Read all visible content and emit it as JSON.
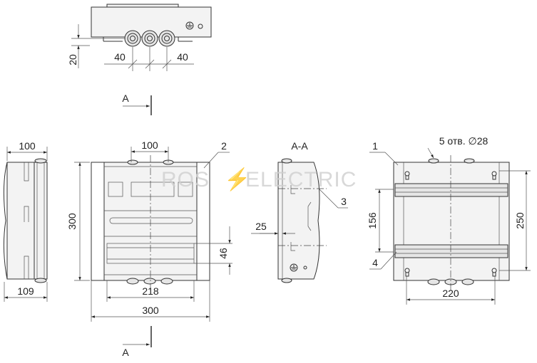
{
  "watermark": {
    "left": "ROS",
    "bolt": "⚡",
    "right": "ELECTRIC"
  },
  "top_view": {
    "dim_left_40": "40",
    "dim_right_40": "40",
    "dim_20": "20"
  },
  "section_marks": {
    "top": "А",
    "bottom": "А"
  },
  "left_view": {
    "dim_width_top": "100",
    "dim_width_bottom": "109"
  },
  "front_view": {
    "dim_top": "100",
    "dim_height": "300",
    "dim_rail": "46",
    "dim_218": "218",
    "dim_300": "300",
    "callout_2": "2"
  },
  "section_view": {
    "title": "А-А",
    "dim_25": "25",
    "callout_3": "3"
  },
  "rear_view": {
    "holes_label": "5 отв. ∅28",
    "callout_1": "1",
    "callout_4": "4",
    "dim_156": "156",
    "dim_250": "250",
    "dim_220": "220"
  },
  "colors": {
    "line": "#333333",
    "fill_light": "#f3f3f3",
    "fill_gray": "#e6e6e6",
    "watermark": "#cfcfcf",
    "bolt": "#e8962e"
  }
}
